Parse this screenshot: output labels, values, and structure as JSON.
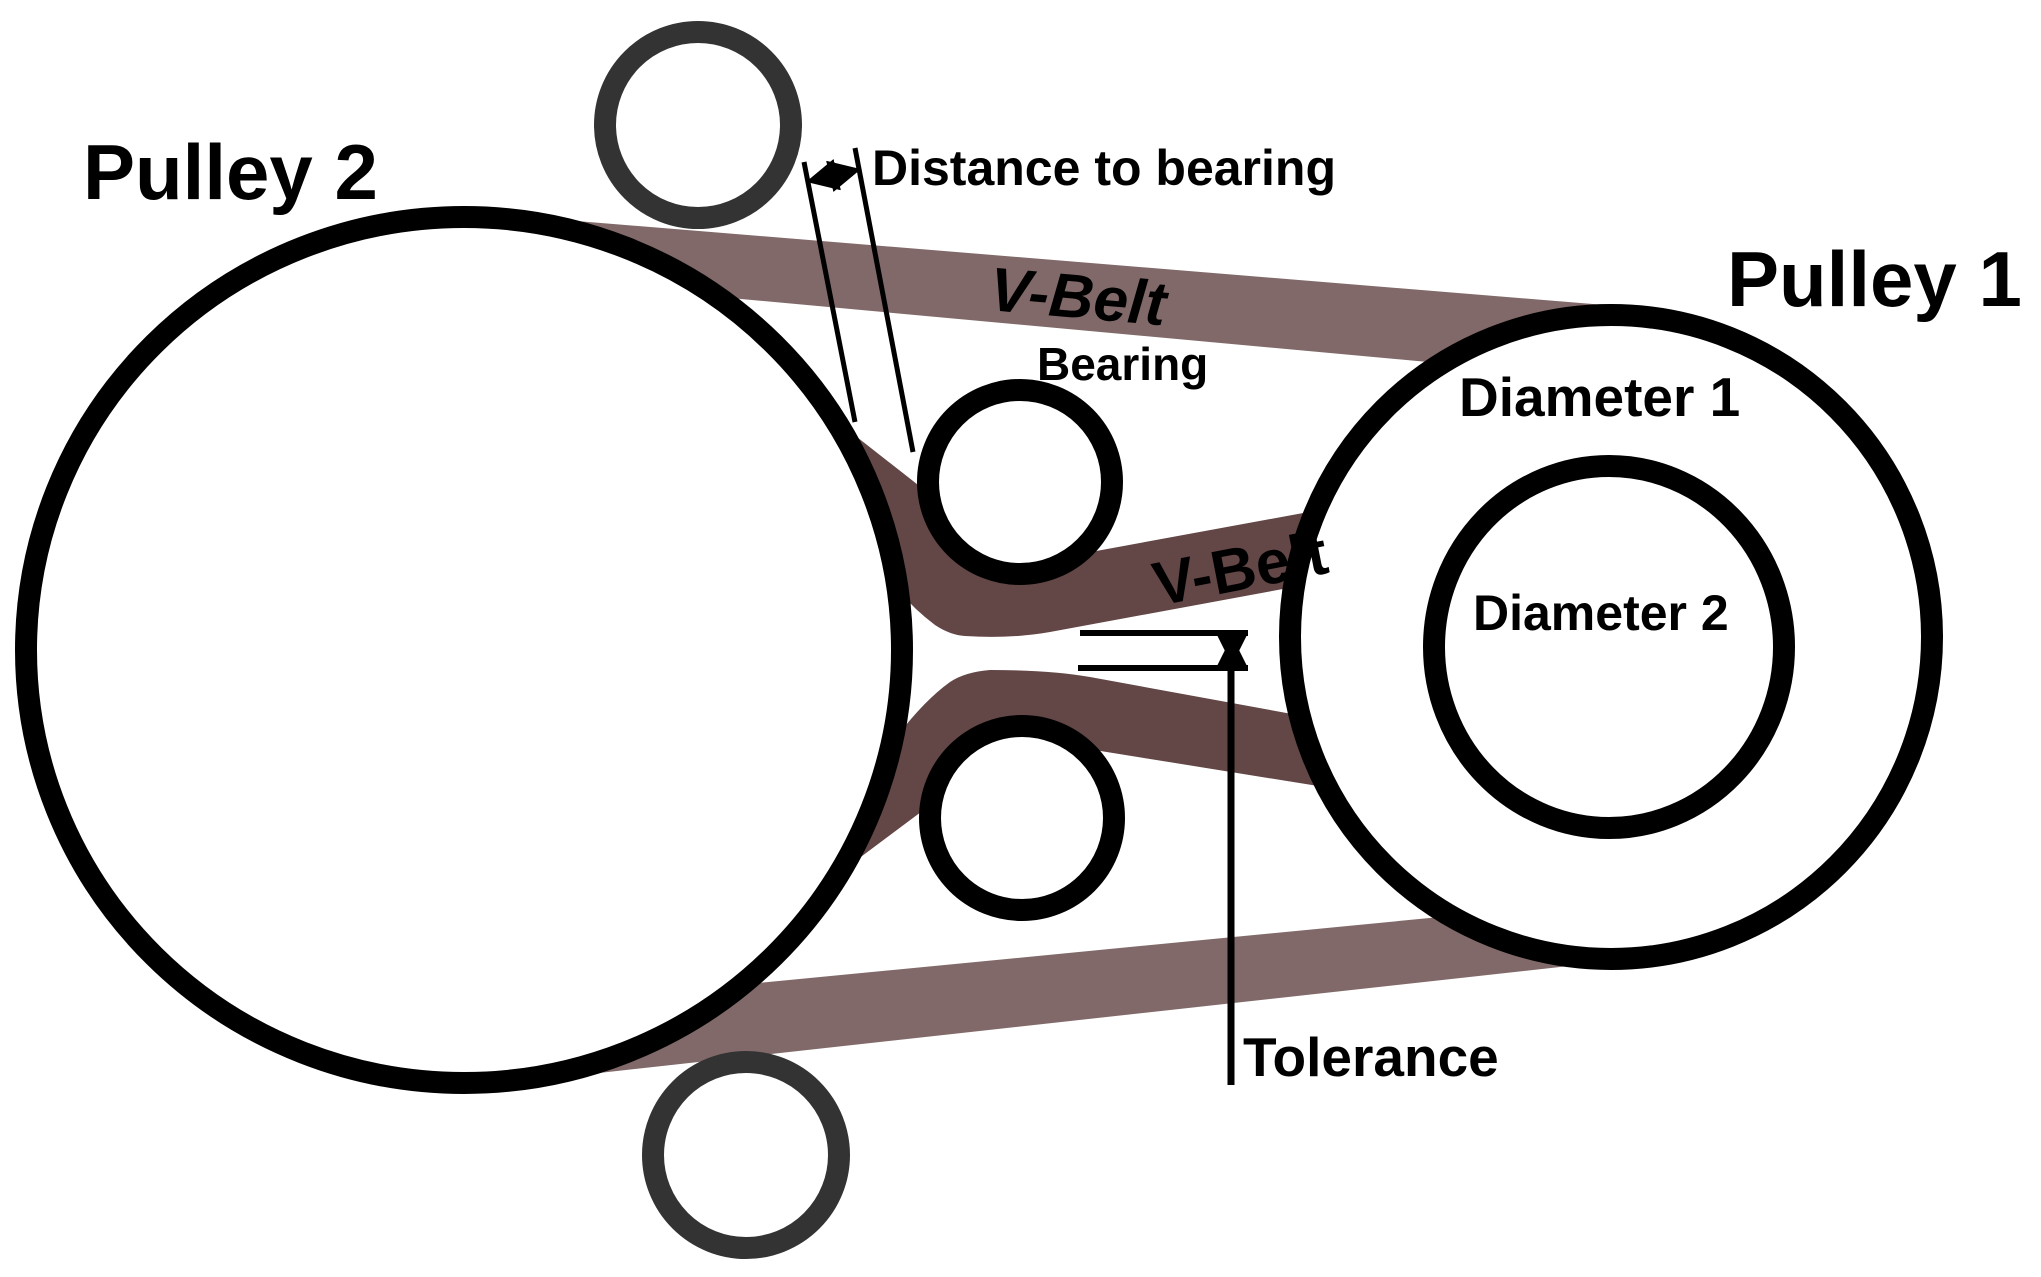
{
  "labels": {
    "pulley_2": "Pulley 2",
    "pulley_1": "Pulley 1",
    "distance_to_bearing": "Distance to bearing",
    "v_belt_top": "V-Belt",
    "bearing": "Bearing",
    "diameter_1": "Diameter 1",
    "v_belt_middle": "V-Belt",
    "diameter_2": "Diameter 2",
    "tolerance": "Tolerance"
  },
  "colors": {
    "background": "#ffffff",
    "outline": "#000000",
    "bearing_outline": "#333333",
    "belt_outer": "#816969",
    "belt_inner": "#634646"
  }
}
